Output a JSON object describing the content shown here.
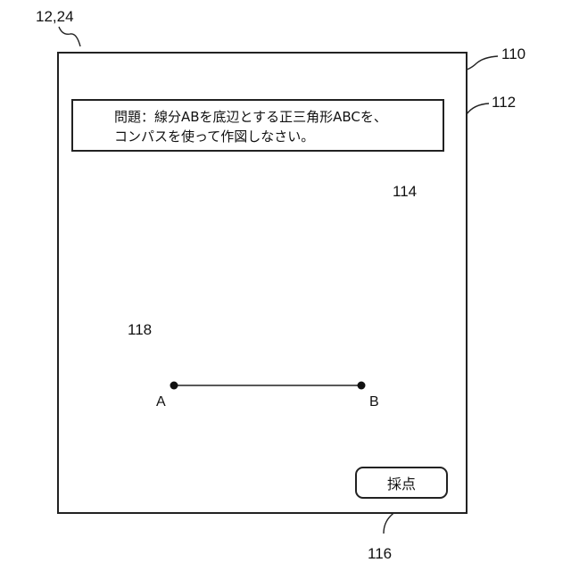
{
  "reference_labels": {
    "device": "12,24",
    "screen": "110",
    "question_box": "112",
    "drawing_area": "114",
    "grade_button": "116",
    "segment_region": "118"
  },
  "question": {
    "line1": "問題：線分ABを底辺とする正三角形ABCを、",
    "line2": "コンパスを使って作図しなさい。"
  },
  "segment": {
    "start_label": "A",
    "end_label": "B"
  },
  "grade_button_label": "採点",
  "colors": {
    "line": "#222222",
    "background": "#ffffff",
    "dashed_outline": "#555555"
  }
}
